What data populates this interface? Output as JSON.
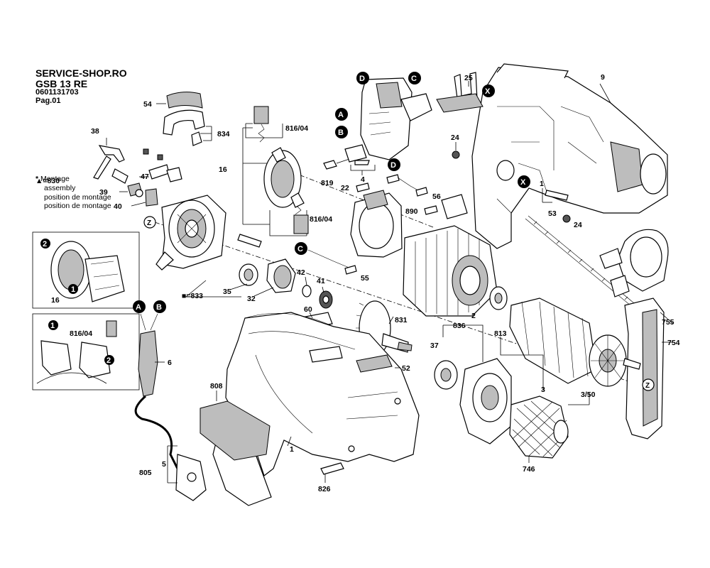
{
  "header": {
    "shop": "SERVICE-SHOP.RO",
    "model": "GSB 13 RE",
    "part_number": "0601131703",
    "page": "Pag.01"
  },
  "legend": {
    "triangle_symbol": "▲",
    "triangle_text": "=830",
    "star_symbol": "*",
    "line1": "Montage",
    "line2": "assembly",
    "line3": "position de montage",
    "line4": "position de montage"
  },
  "callouts": {
    "A": "A",
    "B": "B",
    "C": "C",
    "D": "D",
    "X": "X",
    "Z": "Z",
    "step1": "1",
    "step2": "2"
  },
  "labels": {
    "p54": "54",
    "p834": "834",
    "p38": "38",
    "p830": "▲=830",
    "p47": "47",
    "p39": "39",
    "p40": "40",
    "p816_04a": "816/04",
    "p16": "16",
    "p816_04b": "816/04",
    "p819": "819",
    "p4": "4",
    "p22": "22",
    "p56": "56",
    "p890": "890",
    "p25": "25",
    "p24a": "24",
    "p9": "9",
    "p1b": "1",
    "p53": "53",
    "p24b": "24",
    "p42": "42",
    "p41": "41",
    "p55": "55",
    "p35": "35",
    "p32": "32",
    "p833": "■=833",
    "p60": "60",
    "p831": "831",
    "p2": "2",
    "p813": "813",
    "p836": "836",
    "p37": "37",
    "p52": "52",
    "p3": "3",
    "p3_50": "3/50",
    "p755": "755",
    "p754": "754",
    "p808": "808",
    "p6": "6",
    "p1": "1",
    "p5": "5",
    "p805": "805",
    "p826": "826",
    "p746": "746",
    "inset_816_04": "816/04",
    "inset_16": "16"
  }
}
